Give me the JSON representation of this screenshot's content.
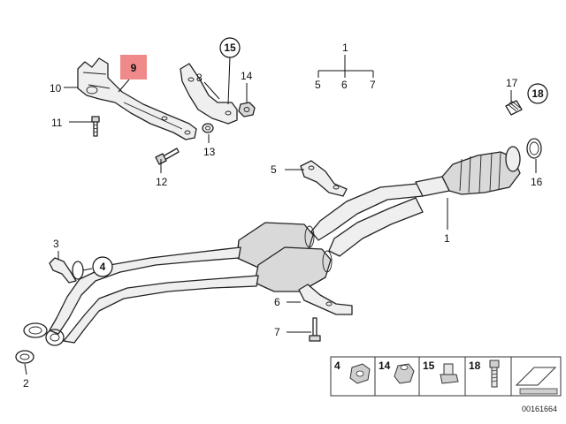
{
  "callouts": {
    "c1_top": "1",
    "c5_top": "5",
    "c6_top": "6",
    "c7_top": "7",
    "c9": "9",
    "c10": "10",
    "c11": "11",
    "c12": "12",
    "c8": "8",
    "c13": "13",
    "c14": "14",
    "c15": "15",
    "c17": "17",
    "c18": "18",
    "c16": "16",
    "c5": "5",
    "c1": "1",
    "c3": "3",
    "c4": "4",
    "c6": "6",
    "c7": "7",
    "c2": "2"
  },
  "highlight_color": "#f08a8a",
  "legend": [
    {
      "num": "4",
      "icon": "nut-icon"
    },
    {
      "num": "14",
      "icon": "nut-icon"
    },
    {
      "num": "15",
      "icon": "stud-icon"
    },
    {
      "num": "18",
      "icon": "bolt-icon"
    }
  ],
  "doc_number": "00161664"
}
